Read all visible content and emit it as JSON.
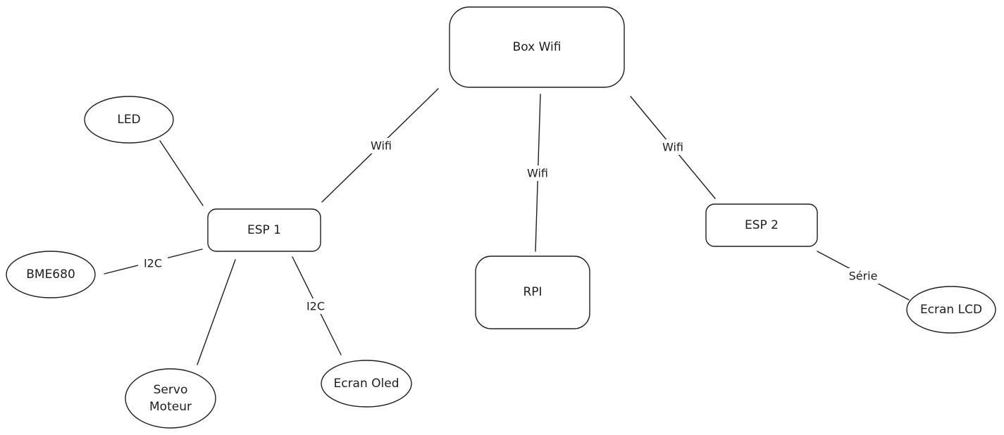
{
  "diagram": {
    "nodes": {
      "box_wifi": "Box Wifi",
      "esp1": "ESP 1",
      "esp2": "ESP 2",
      "rpi": "RPI",
      "led": "LED",
      "bme680": "BME680",
      "servo_line1": "Servo",
      "servo_line2": "Moteur",
      "ecran_oled": "Ecran Oled",
      "ecran_lcd": "Ecran LCD"
    },
    "edges": {
      "box_esp1": "Wifi",
      "box_rpi": "Wifi",
      "box_esp2": "Wifi",
      "esp1_bme680": "I2C",
      "esp1_oled": "I2C",
      "esp2_lcd": "Série"
    }
  }
}
